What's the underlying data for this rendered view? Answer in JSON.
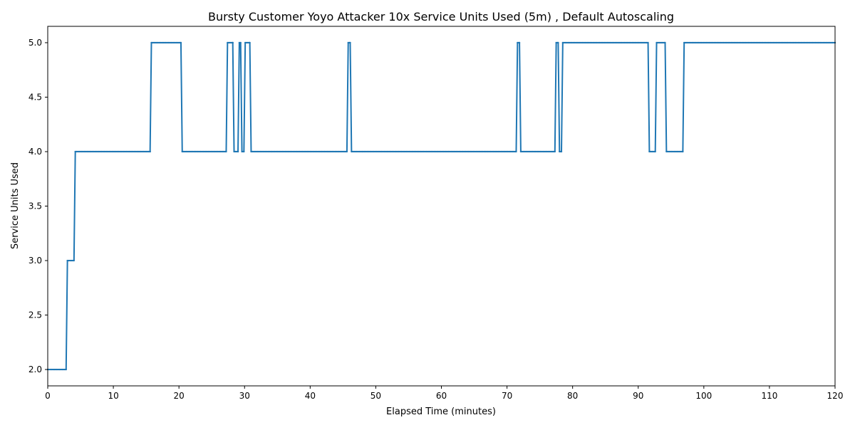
{
  "chart_data": {
    "type": "line",
    "title": "Bursty Customer Yoyo Attacker 10x Service Units Used (5m) , Default Autoscaling",
    "xlabel": "Elapsed Time (minutes)",
    "ylabel": "Service Units Used",
    "xlim": [
      0,
      120
    ],
    "ylim": [
      1.85,
      5.15
    ],
    "xticks": [
      0,
      10,
      20,
      30,
      40,
      50,
      60,
      70,
      80,
      90,
      100,
      110,
      120
    ],
    "xtick_labels": [
      "0",
      "10",
      "20",
      "30",
      "40",
      "50",
      "60",
      "70",
      "80",
      "90",
      "100",
      "110",
      "120"
    ],
    "yticks": [
      2.0,
      2.5,
      3.0,
      3.5,
      4.0,
      4.5,
      5.0
    ],
    "ytick_labels": [
      "2.0",
      "2.5",
      "3.0",
      "3.5",
      "4.0",
      "4.5",
      "5.0"
    ],
    "grid": false,
    "series": [
      {
        "color": "#1f77b4",
        "marker": "dot",
        "x": [
          0,
          2.8,
          3.0,
          4.0,
          4.2,
          15.6,
          15.8,
          20.3,
          20.5,
          27.2,
          27.4,
          28.2,
          28.4,
          29.0,
          29.2,
          29.4,
          29.6,
          29.9,
          30.1,
          30.3,
          30.5,
          30.8,
          31.0,
          45.6,
          45.8,
          46.1,
          46.3,
          71.4,
          71.6,
          71.9,
          72.1,
          77.3,
          77.5,
          77.8,
          78.0,
          78.3,
          78.5,
          91.5,
          91.7,
          92.6,
          92.8,
          94.1,
          94.3,
          96.8,
          97.0,
          120
        ],
        "y": [
          2,
          2,
          3,
          3,
          4,
          4,
          5,
          5,
          4,
          4,
          5,
          5,
          4,
          4,
          5,
          5,
          4,
          4,
          5,
          5,
          5,
          5,
          4,
          4,
          5,
          5,
          4,
          4,
          5,
          5,
          4,
          4,
          5,
          5,
          4,
          4,
          5,
          5,
          4,
          4,
          5,
          5,
          4,
          4,
          5,
          5
        ]
      }
    ]
  }
}
